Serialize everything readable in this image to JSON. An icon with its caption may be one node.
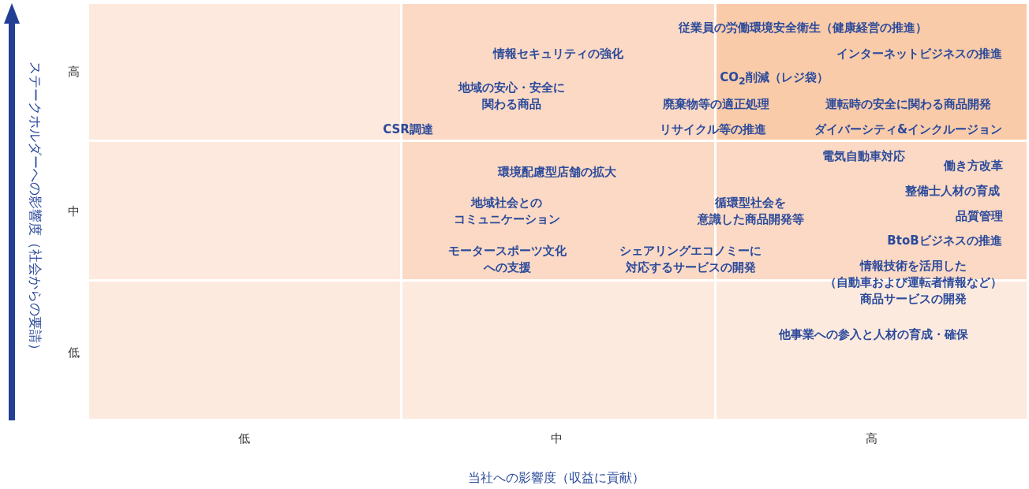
{
  "diagram": {
    "labels": [
      "ステークホルダーへの影響度（社会からの要請）",
      "従業員の労働環境安全衛生（健康経営の推進）",
      "情報セキュリティの強化",
      "インターネットビジネスの推進",
      "高",
      "CO$_{2}$削減（レジ袋）",
      "地域の安心・安全に関わる商品",
      "廃棄物等の適正処理",
      "運転時の安全に関わる商品開発",
      "CSR調達",
      "リサイクル等の推進",
      "ダイバーシティ&インクルージョン",
      "電気自動車対応",
      "働き方改革",
      "環境配慮型店舗の拡大",
      "整備士人材の育成",
      "地域社会とのコミュニケーション",
      "循環型社会を意識した商品開発等",
      "中",
      "品質管理",
      "BtoBビジネスの推進",
      "モータースポーツ文化への支援",
      "シェアリングエコノミーに対応するサービスの開発",
      "情報技術を活用した（自動車および運転者情報など）商品サービスの開発",
      "他事業への参入と人材の育成・確保",
      "低",
      "低",
      "中",
      "高",
      "当社への影響度（収益に貢献）"
    ]
  }
}
